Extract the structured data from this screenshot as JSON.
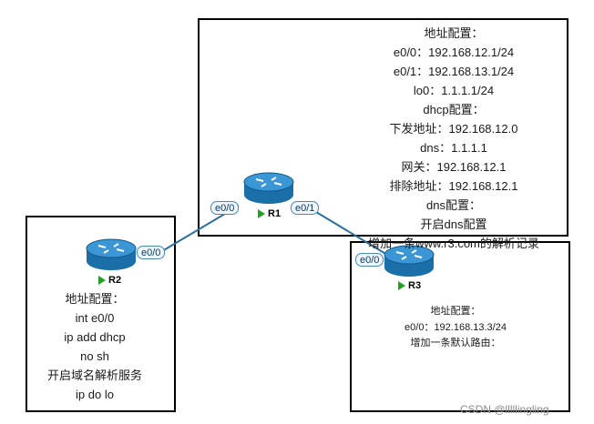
{
  "routers": {
    "r1": {
      "name": "R1",
      "port_left": "e0/0",
      "port_right": "e0/1"
    },
    "r2": {
      "name": "R2",
      "port": "e0/0"
    },
    "r3": {
      "name": "R3",
      "port": "e0/0"
    }
  },
  "r1_config": [
    "地址配置：",
    "e0/0：192.168.12.1/24",
    "e0/1：192.168.13.1/24",
    "lo0：1.1.1.1/24",
    "dhcp配置：",
    "下发地址：192.168.12.0",
    "dns：1.1.1.1",
    "网关：192.168.12.1",
    "排除地址：192.168.12.1",
    "dns配置：",
    "开启dns配置",
    "增加一条www.r3.com的解析记录"
  ],
  "r2_config": [
    "地址配置：",
    "int e0/0",
    "ip add dhcp",
    "no sh",
    "开启域名解析服务",
    "ip do lo"
  ],
  "r3_config": [
    "地址配置：",
    "e0/0：192.168.13.3/24",
    "增加一条默认路由："
  ],
  "watermark": "CSDN @lllllingling",
  "colors": {
    "link": "#2b6f9e",
    "router_body": "#1b6fa8",
    "router_top": "#3a96d4"
  }
}
